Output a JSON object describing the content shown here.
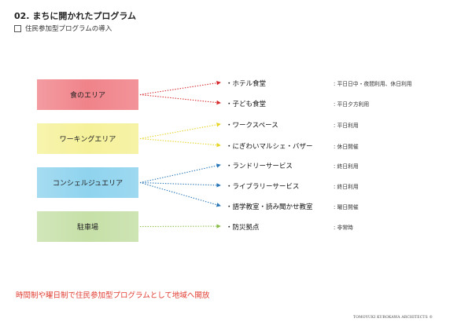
{
  "header": {
    "title": "02. まちに開かれたプログラム",
    "subtitle": "住民参加型プログラムの導入"
  },
  "areas": [
    {
      "label": "食のエリア",
      "color": "#f0838a"
    },
    {
      "label": "ワーキングエリア",
      "color": "#f5f19a"
    },
    {
      "label": "コンシェルジュエリア",
      "color": "#8fd3ee"
    },
    {
      "label": "駐車場",
      "color": "#c6e0a8"
    }
  ],
  "programs": [
    {
      "label": "・ホテル食堂",
      "note": ": 平日日中・夜間利用、休日利用",
      "area": 0
    },
    {
      "label": "・子ども食堂",
      "note": ": 平日夕方利用",
      "area": 0
    },
    {
      "label": "・ワークスペース",
      "note": ": 平日利用",
      "area": 1
    },
    {
      "label": "・にぎわいマルシェ・バザー",
      "note": ": 休日開催",
      "area": 1
    },
    {
      "label": "・ランドリーサービス",
      "note": ": 終日利用",
      "area": 2
    },
    {
      "label": "・ライブラリーサービス",
      "note": ": 終日利用",
      "area": 2
    },
    {
      "label": "・語学教室・読み聞かせ教室",
      "note": ": 曜日開催",
      "area": 2
    },
    {
      "label": "・防災拠点",
      "note": ": 非常時",
      "area": 3
    }
  ],
  "connector_colors": [
    "#d6282b",
    "#e8d422",
    "#2a77b8",
    "#8bbd4a"
  ],
  "footer": {
    "message": "時間制や曜日制で住民参加型プログラムとして地域へ開放",
    "credit": "TOMOYUKI KUROKAWA ARCHITECTS ©"
  }
}
